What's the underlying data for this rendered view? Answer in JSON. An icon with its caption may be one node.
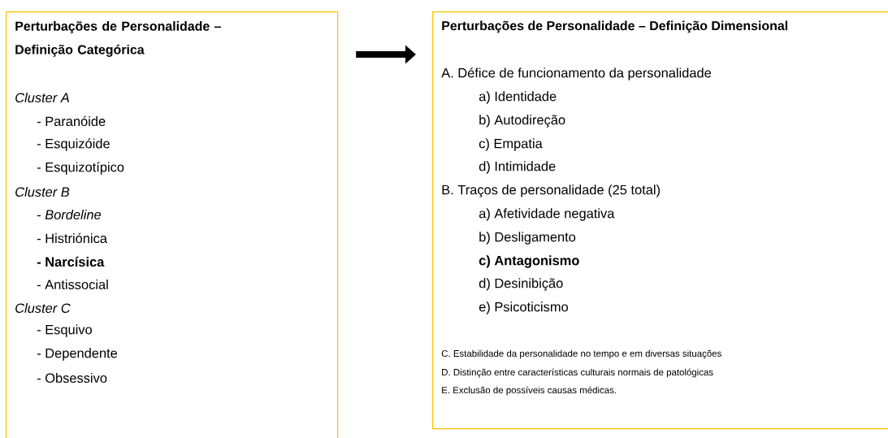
{
  "diagram": {
    "nodes": [
      {
        "text": [
          "Perturbações de Personalidade – Definição Categórica",
          "Cluster A",
          "- Paranóide",
          "- Esquizóide",
          "- Esquizotípico",
          "Cluster B",
          "- *Bordeline*",
          "- Histriónica",
          "- Narcísica",
          "- Antissocial",
          "Cluster C",
          "- Esquivo",
          "- Dependente",
          "- Obsessivo"
        ]
      },
      {
        "text": [
          "Perturbações de Personalidade – Definição Dimensional",
          "A.  Défice de funcionamento da personalidade",
          "a)  Identidade",
          "b)  Autodireção",
          "c)  Empatia",
          "d)  Intimidade",
          "B.  Traços de personalidade (25 total)",
          "a)  Afetividade negativa",
          "b)  Desligamento",
          "c)  Antagonismo",
          "d)  Desinibição",
          "e)  Psicoticismo",
          "C.  Estabilidade da personalidade no tempo e em diversas situações",
          "D.  Distinção entre características culturais normais de patológicas",
          "E.  Exclusão de possíveis causas médicas."
        ]
      }
    ],
    "edges": [
      {
        "from": 0,
        "to": 1,
        "arrow": "to"
      }
    ]
  }
}
